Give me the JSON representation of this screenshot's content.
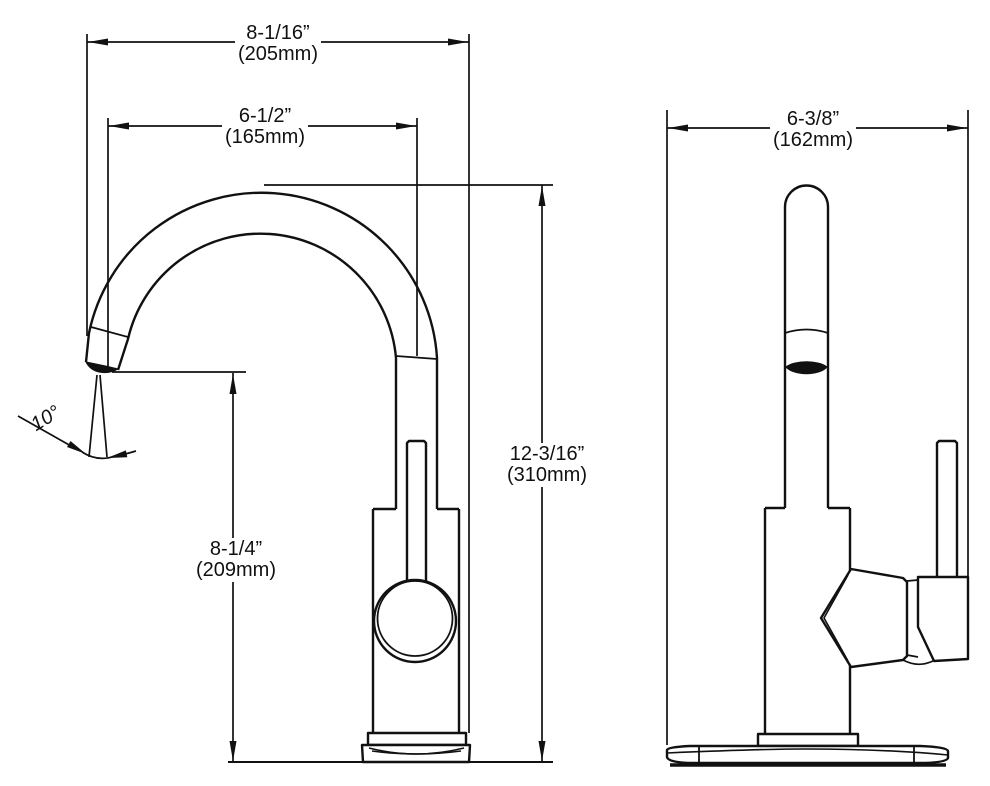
{
  "colors": {
    "background": "#ffffff",
    "line": "#111111"
  },
  "views": {
    "side": {
      "dims": {
        "overall_reach_in": "8-1/16”",
        "overall_reach_mm": "(205mm)",
        "spout_reach_in": "6-1/2”",
        "spout_reach_mm": "(165mm)",
        "overall_height_in": "12-3/16”",
        "overall_height_mm": "(310mm)",
        "outlet_height_in": "8-1/4”",
        "outlet_height_mm": "(209mm)",
        "outlet_angle": "10°"
      }
    },
    "front": {
      "dims": {
        "overall_width_in": "6-3/8”",
        "overall_width_mm": "(162mm)"
      }
    }
  }
}
